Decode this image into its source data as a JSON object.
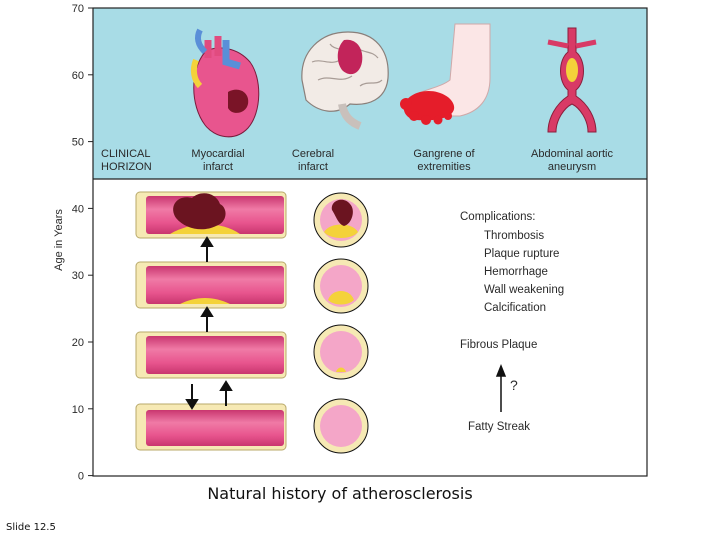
{
  "axis": {
    "label": "Age in Years",
    "ticks": [
      "70",
      "60",
      "50",
      "40",
      "30",
      "20",
      "10",
      "0"
    ]
  },
  "clinical_horizon": [
    "CLINICAL",
    "HORIZON"
  ],
  "outcomes": [
    {
      "line1": "Myocardial",
      "line2": "infarct",
      "icon": "heart-icon"
    },
    {
      "line1": "Cerebral",
      "line2": "infarct",
      "icon": "brain-icon"
    },
    {
      "line1": "Gangrene of",
      "line2": "extremities",
      "icon": "foot-icon"
    },
    {
      "line1": "Abdominal aortic",
      "line2": "aneurysm",
      "icon": "aorta-icon"
    }
  ],
  "complications": {
    "title": "Complications:",
    "items": [
      "Thrombosis",
      "Plaque rupture",
      "Hemorrhage",
      "Wall weakening",
      "Calcification"
    ]
  },
  "fibrous_plaque": "Fibrous Plaque",
  "question_mark": "?",
  "fatty_streak": "Fatty Streak",
  "caption": "Natural history of atherosclerosis",
  "slide_label": "Slide 12.5",
  "colors": {
    "upper_panel": "#a8dce6",
    "vessel": "#e8558e",
    "vessel_wall": "#f6e9b4",
    "plaque": "#f4d23a",
    "lumen": "#f4a6c8",
    "thrombus": "#6b1420"
  }
}
